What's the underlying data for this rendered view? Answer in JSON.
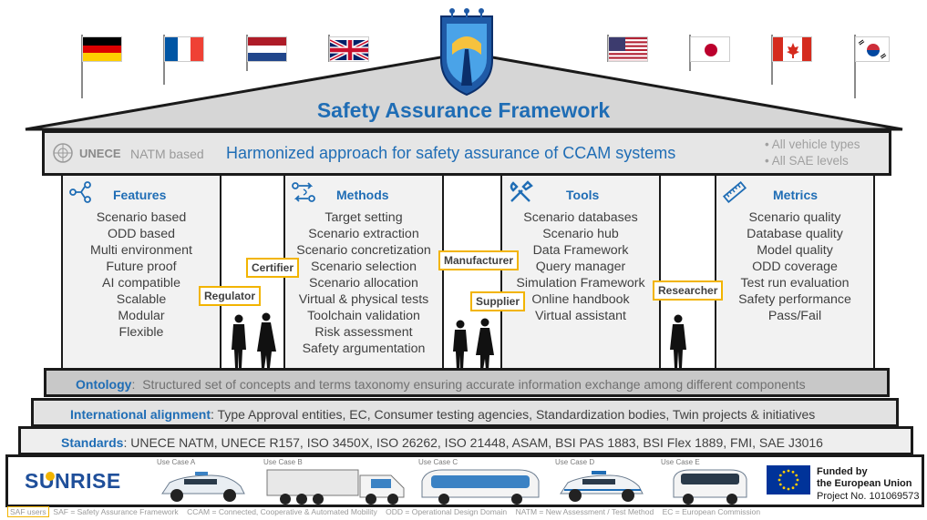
{
  "title": "Safety Assurance Framework",
  "unece": {
    "logo_text": "UNECE",
    "natm": "NATM based",
    "headline": "Harmonized approach for safety assurance of CCAM systems",
    "bullets": [
      "All vehicle types",
      "All SAE levels"
    ]
  },
  "pillars": [
    {
      "title": "Features",
      "icon": "share-nodes-icon",
      "items": [
        "Scenario based",
        "ODD based",
        "Multi environment",
        "Future proof",
        "AI compatible",
        "Scalable",
        "Modular",
        "Flexible"
      ]
    },
    {
      "title": "Methods",
      "icon": "flow-arrows-icon",
      "items": [
        "Target setting",
        "Scenario extraction",
        "Scenario concretization",
        "Scenario selection",
        "Scenario allocation",
        "Virtual & physical tests",
        "Toolchain validation",
        "Risk assessment",
        "Safety argumentation"
      ]
    },
    {
      "title": "Tools",
      "icon": "wrench-screwdriver-icon",
      "items": [
        "Scenario databases",
        "Scenario hub",
        "Data Framework",
        "Query manager",
        "Simulation Framework",
        "Online handbook",
        "Virtual assistant"
      ]
    },
    {
      "title": "Metrics",
      "icon": "ruler-icon",
      "items": [
        "Scenario quality",
        "Database quality",
        "Model quality",
        "ODD coverage",
        "Test run evaluation",
        "Safety performance",
        "Pass/Fail"
      ]
    }
  ],
  "users": {
    "regulator": "Regulator",
    "certifier": "Certifier",
    "manufacturer": "Manufacturer",
    "supplier": "Supplier",
    "researcher": "Researcher"
  },
  "ontology": {
    "label": "Ontology",
    "text": "Structured set of concepts and terms taxonomy ensuring accurate information exchange among different components"
  },
  "alignment": {
    "label": "International alignment",
    "text": "Type Approval entities, EC, Consumer testing agencies, Standardization bodies, Twin projects & initiatives"
  },
  "standards": {
    "label": "Standards",
    "text": "UNECE NATM, UNECE R157, ISO 3450X, ISO 26262, ISO 21448, ASAM, BSI PAS 1883, BSI Flex 1889, FMI, SAE J3016"
  },
  "sunrise": {
    "logo": "SUNRISE",
    "use_cases": [
      "Use Case A",
      "Use Case B",
      "Use Case C",
      "Use Case D",
      "Use Case E"
    ],
    "eu_funded_line1": "Funded by",
    "eu_funded_line2": "the European Union",
    "project": "Project No. 101069573"
  },
  "legend": {
    "saf_users": "SAF users",
    "saf": "SAF = Safety Assurance Framework",
    "ccam": "CCAM = Connected, Cooperative & Automated Mobility",
    "odd": "ODD = Operational Design Domain",
    "natm": "NATM = New Assessment / Test Method",
    "ec": "EC = European Commission"
  },
  "colors": {
    "accent": "#1f6db5",
    "user_tag": "#f2b400",
    "band": "#d6d6d6",
    "pillar": "#f2f2f2"
  }
}
